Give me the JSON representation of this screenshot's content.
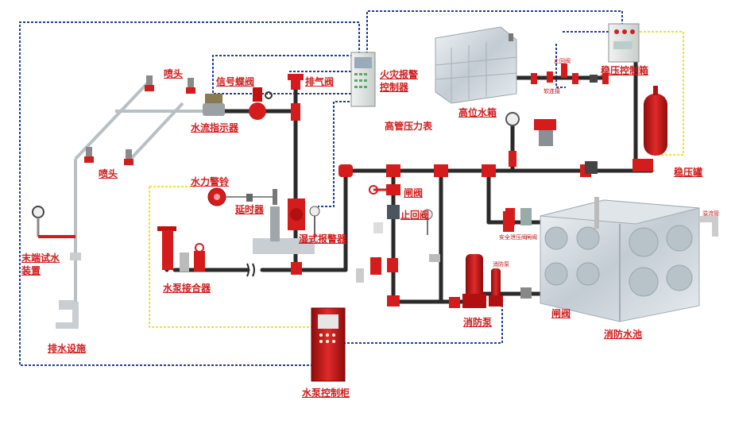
{
  "labels": {
    "sprinkler_head_top": "喷头",
    "signal_butterfly_valve": "信号蝶阀",
    "exhaust_valve": "排气阀",
    "fire_alarm_controller": "火灾报警控制器",
    "water_flow_indicator": "水流指示器",
    "high_tank": "高位水箱",
    "pressure_control_box": "稳压控制箱",
    "high_pressure_gauge": "高管压力表",
    "sprinkler_head_bottom": "喷头",
    "water_gong": "水力警铃",
    "delay_device": "延时器",
    "wet_alarm_valve": "湿式报警器",
    "gate_valve": "闸阀",
    "check_valve": "止回阀",
    "pressure_tank": "稳压罐",
    "end_test_device": "末端试水装置",
    "pump_adapter": "水泵接合器",
    "fire_pump": "消防泵",
    "gate_valve_2": "闸阀",
    "fire_pool": "消防水池",
    "drainage": "排水设施",
    "pump_control_cabinet": "水泵控制柜"
  },
  "small_labels": {
    "relief": "安全泄压阀",
    "gate": "闸阀",
    "overflow": "溢流管",
    "pump_tag": "消防泵",
    "tank_valve_a": "止回阀",
    "tank_valve_b": "软连接"
  },
  "colors": {
    "pipe": "#2a2a2a",
    "red": "#d41c1c",
    "signal_line": "#1f3c9c",
    "power_line": "#f0e030"
  }
}
